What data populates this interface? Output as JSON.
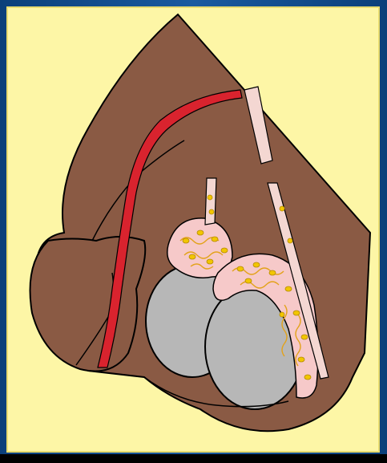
{
  "diagram": {
    "colors": {
      "background": "#fdf6a6",
      "frame": "#0e4a8a",
      "skin": "#8a5a44",
      "skin_outline": "#000000",
      "urethra": "#d9232e",
      "epididymis": "#f6c9c9",
      "testis": "#b7b7b7",
      "sperm_dots": "#f2c600",
      "tubule_lines": "#e3a21a",
      "vas_deferens": "#f4d7d2"
    },
    "parts": [
      "penis",
      "urethra",
      "scrotum",
      "testis-left",
      "testis-right",
      "epididymis-left",
      "epididymis-right",
      "vas-deferens-left",
      "vas-deferens-right",
      "vas-deferens-cut-segment"
    ]
  }
}
